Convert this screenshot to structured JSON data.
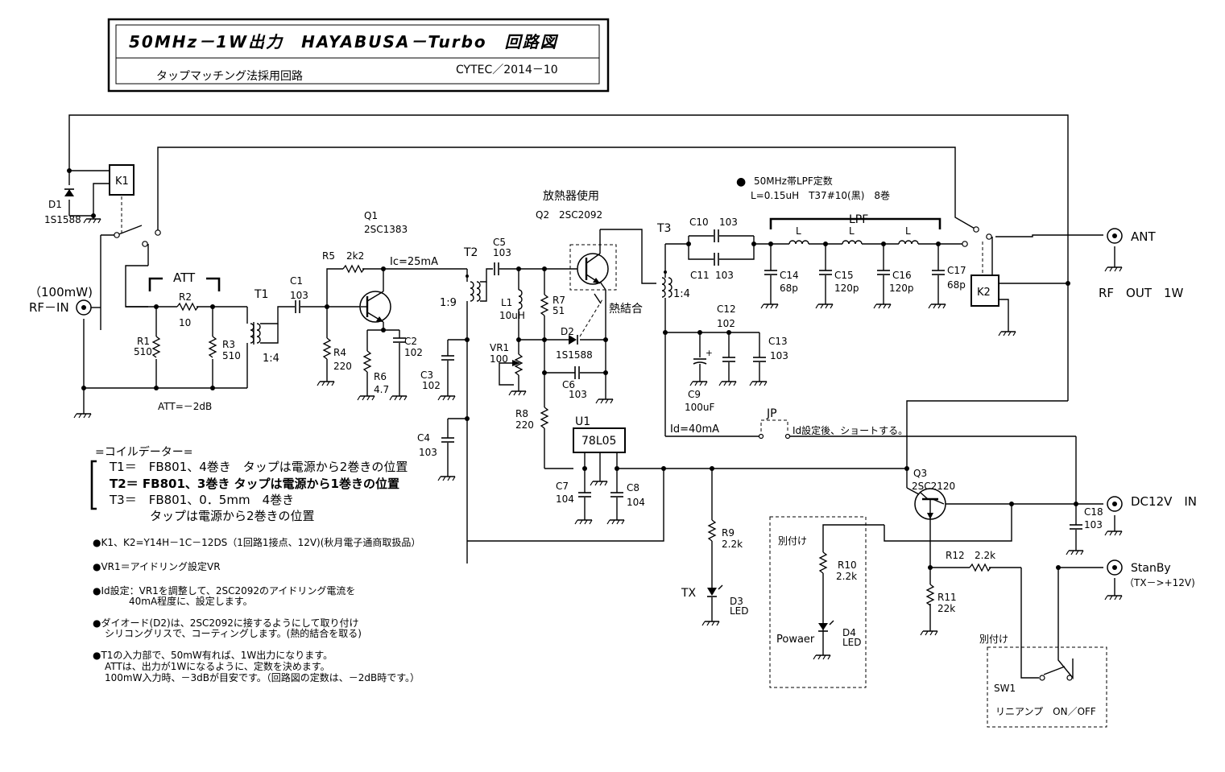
{
  "title_block": {
    "title": "50MHz－1W出力　HAYABUSA－Turbo　回路図",
    "subtitle": "タップマッチング法採用回路",
    "author_date": "CYTEC／2014－10"
  },
  "labels": {
    "rf_in_power": "（100mW)",
    "rf_in": "RF－IN",
    "ant": "ANT",
    "rf_out": "RF　OUT　1W",
    "dc_in": "DC12V　IN",
    "standby": "StanBy",
    "standby_note": "（TX－>+12V)",
    "att": "ATT",
    "att_value": "ATT=－2dB",
    "ratio_t1": "1:4",
    "ratio_t2": "1:9",
    "ratio_t3": "1:4",
    "ic": "Ic=25mA",
    "id": "Id=40mA",
    "heatsink": "放熱器使用",
    "thermal": "熱結合",
    "lpf_note_title": "50MHz帯LPF定数",
    "lpf_note_value": "L=0.15uH　T37#10(黒)　8巻",
    "lpf": "LPF",
    "jp_note": "Id設定後、ショートする。",
    "tx": "TX",
    "separate_1": "別付け",
    "separate_2": "別付け",
    "power_led": "Powaer",
    "sw_note": "リニアンプ　ON／OFF"
  },
  "parts": {
    "K1": "K1",
    "K2": "K2",
    "D1": "D1",
    "D1_val": "1S1588",
    "R1": "R1",
    "R1_val": "510",
    "R2": "R2",
    "R2_val": "10",
    "R3": "R3",
    "R3_val": "510",
    "T1": "T1",
    "T2": "T2",
    "T3": "T3",
    "C1": "C1",
    "C1_val": "103",
    "R5": "R5",
    "R5_val": "2k2",
    "R4": "R4",
    "R4_val": "220",
    "R6": "R6",
    "R6_val": "4.7",
    "C2": "C2",
    "C2_val": "102",
    "Q1": "Q1",
    "Q1_val": "2SC1383",
    "C3": "C3",
    "C3_val": "102",
    "C4": "C4",
    "C4_val": "103",
    "C5": "C5",
    "C5_val": "103",
    "L1": "L1",
    "L1_val": "10uH",
    "VR1": "VR1",
    "VR1_val": "100",
    "R7": "R7",
    "R7_val": "51",
    "Q2": "Q2",
    "Q2_val": "2SC2092",
    "D2": "D2",
    "D2_val": "1S1588",
    "C6": "C6",
    "C6_val": "103",
    "R8": "R8",
    "R8_val": "220",
    "U1": "U1",
    "U1_val": "78L05",
    "C7": "C7",
    "C7_val": "104",
    "C8": "C8",
    "C8_val": "104",
    "C10": "C10",
    "C10_val": "103",
    "C11": "C11",
    "C11_val": "103",
    "C12": "C12",
    "C12_val": "102",
    "C13": "C13",
    "C13_val": "103",
    "C9": "C9",
    "C9_val": "100uF",
    "L": "L",
    "C14": "C14",
    "C14_val": "68p",
    "C15": "C15",
    "C15_val": "120p",
    "C16": "C16",
    "C16_val": "120p",
    "C17": "C17",
    "C17_val": "68p",
    "JP": "JP",
    "R9": "R9",
    "R9_val": "2.2k",
    "D3": "D3",
    "D3_val": "LED",
    "Q3": "Q3",
    "Q3_val": "2SC2120",
    "C18": "C18",
    "C18_val": "103",
    "R10": "R10",
    "R10_val": "2.2k",
    "D4": "D4",
    "D4_val": "LED",
    "R12": "R12",
    "R12_val": "2.2k",
    "R11": "R11",
    "R11_val": "22k",
    "SW1": "SW1"
  },
  "notes": {
    "coil_header": "=コイルデーター=",
    "coil_t1": "T1＝　FB801、4巻き　タップは電源から2巻きの位置",
    "coil_t2": "T2＝ FB801、3巻き タップは電源から1巻きの位置",
    "coil_t3a": "T3＝　FB801、0．5mm　4巻き",
    "coil_t3b": "タップは電源から2巻きの位置",
    "relay": "●K1、K2=Y14H－1C－12DS（1回路1接点、12V)(秋月電子通商取扱品）",
    "vr1": "●VR1＝アイドリング設定VR",
    "id_1": "●Id設定：VR1を調整して、2SC2092のアイドリング電流を",
    "id_2": "40mA程度に、設定します。",
    "d2_1": "●ダイオード(D2)は、2SC2092に接するようにして取り付け",
    "d2_2": "シリコングリスで、コーティングします。(熱的結合を取る)",
    "t1_1": "●T1の入力部で、50mW有れば、1W出力になります。",
    "t1_2": "ATTは、出力が1Wになるように、定数を決めます。",
    "t1_3": "100mW入力時、－3dBが目安です。（回路図の定数は、－2dB時です。）"
  }
}
